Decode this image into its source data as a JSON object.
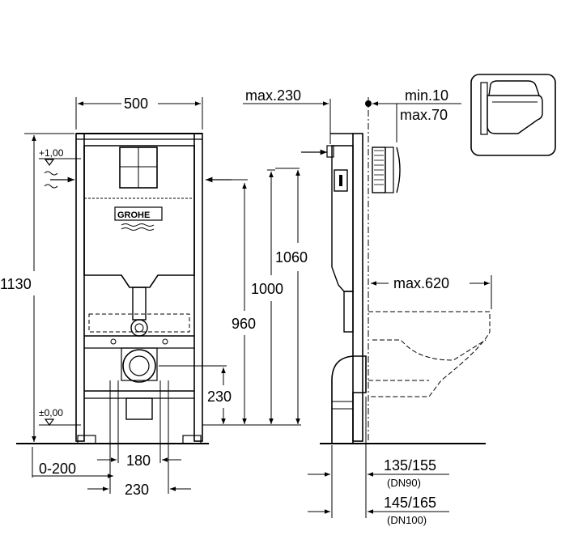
{
  "front_view": {
    "width_label": "500",
    "height_total_label": "1130",
    "plus_level_label": "+1,00",
    "zero_level_label": "±0,00",
    "h_1060": "1060",
    "h_1000": "1000",
    "h_960": "960",
    "h_230": "230",
    "d_180": "180",
    "d_230_bottom": "230",
    "range_0_200": "0-200",
    "brand_logo": "GROHE"
  },
  "side_view": {
    "max_230": "max.230",
    "min_10": "min.10",
    "max_70": "max.70",
    "max_620": "max.620",
    "d_135_155": "135/155",
    "dn90": "(DN90)",
    "d_145_165": "145/165",
    "dn100": "(DN100)"
  },
  "icons": {
    "thumbnail": "wall-hung-toilet-icon",
    "water_inlet": "water-inlet-arrow-icon",
    "level_marker": "level-triangle-icon"
  }
}
